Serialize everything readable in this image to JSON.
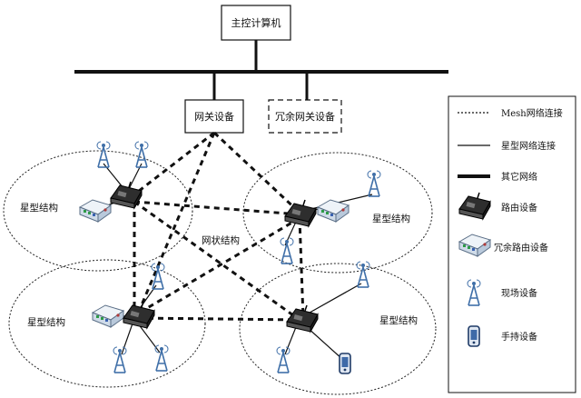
{
  "nodes": {
    "master_computer": "主控计算机",
    "gateway": "网关设备",
    "redundant_gateway": "冗余网关设备"
  },
  "regions": {
    "star_top_left": "星型结构",
    "star_top_right": "星型结构",
    "star_bottom_left": "星型结构",
    "star_bottom_right": "星型结构",
    "mesh": "网状结构"
  },
  "legend": {
    "mesh_link": "Mesh网络连接",
    "star_link": "星型网络连接",
    "other_network": "其它网络",
    "router": "路由设备",
    "redundant_router": "冗余路由设备",
    "field_device": "现场设备",
    "handheld_device": "手持设备"
  },
  "colors": {
    "line": "#111111",
    "router_body": "#3a3a3a",
    "redundant_router_body": "#dfe8f2",
    "device_blue": "#5b7fae"
  },
  "icons": {
    "router": "router-icon",
    "redundant_router": "redundant-router-icon",
    "field_device": "field-device-icon",
    "handheld_device": "handheld-device-icon"
  }
}
